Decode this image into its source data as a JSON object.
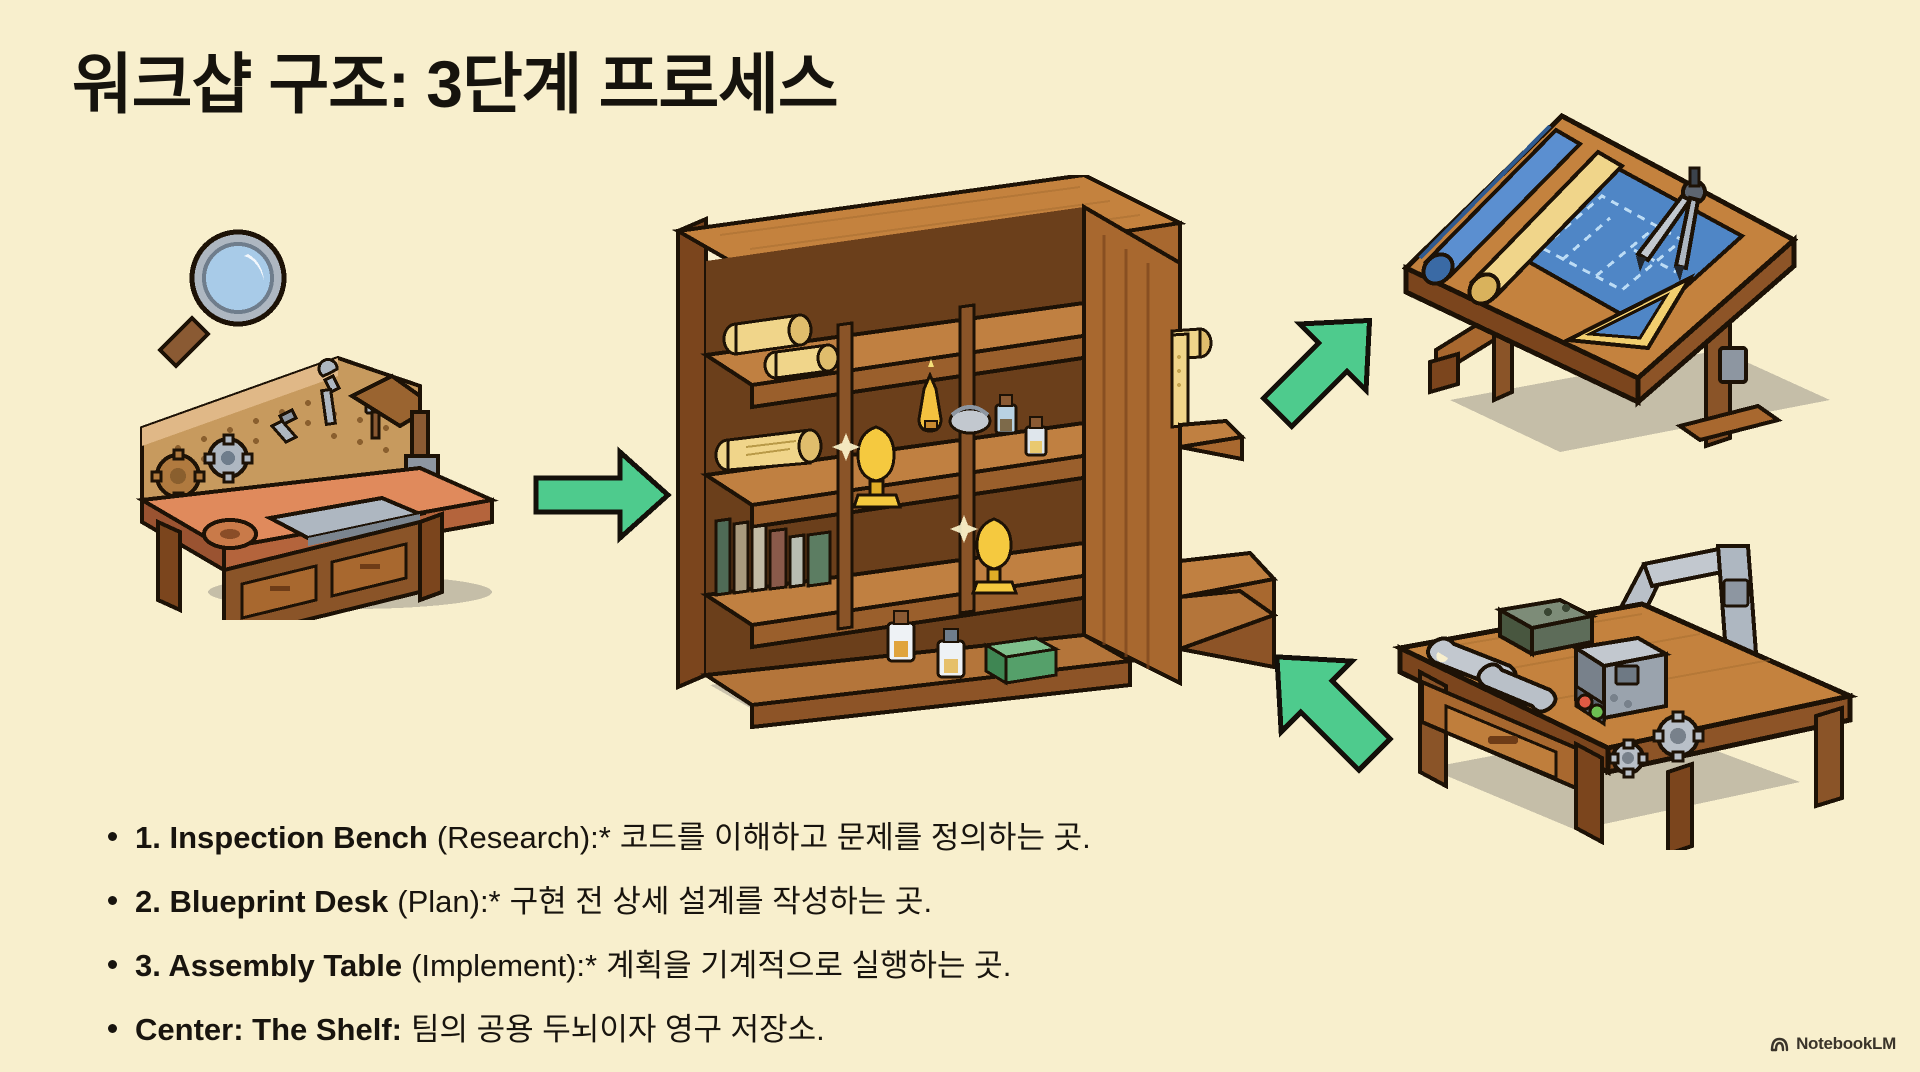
{
  "page": {
    "background_color": "#f8efcd",
    "text_color": "#18140e"
  },
  "header": {
    "title": "워크샵 구조: 3단계 프로세스"
  },
  "bullets": [
    {
      "strong": "1. Inspection Bench",
      "regular": "(Research):*",
      "body": "코드를 이해하고 문제를 정의하는 곳."
    },
    {
      "strong": "2. Blueprint Desk",
      "regular": "(Plan):*",
      "body": "구현 전 상세 설계를 작성하는 곳."
    },
    {
      "strong": "3. Assembly Table",
      "regular": "(Implement):*",
      "body": "계획을 기계적으로 실행하는 곳."
    },
    {
      "strong": "Center: The Shelf:",
      "regular": "",
      "body": "팀의 공용 두뇌이자 영구 저장소."
    }
  ],
  "scene": {
    "stations": [
      {
        "id": "inspection-bench",
        "name": "Inspection Bench",
        "role": "Research",
        "props": [
          "magnifying-glass",
          "pegboard",
          "gears",
          "wrench",
          "pliers",
          "hammer",
          "metal-plate",
          "desk-lamp",
          "drawers"
        ]
      },
      {
        "id": "shelf",
        "name": "The Shelf",
        "role": "Shared memory / archive",
        "props": [
          "scrolls",
          "books",
          "trophies",
          "potion-bottles",
          "hanging-scroll",
          "step-ledges"
        ]
      },
      {
        "id": "blueprint-desk",
        "name": "Blueprint Desk",
        "role": "Plan",
        "props": [
          "drafting-table",
          "blueprint",
          "rolled-blueprint",
          "rolled-paper",
          "compass",
          "triangle-ruler"
        ]
      },
      {
        "id": "assembly-table",
        "name": "Assembly Table",
        "role": "Implement",
        "props": [
          "robot-arm",
          "control-machine",
          "wrenches",
          "toolbox",
          "gears",
          "drawer"
        ]
      }
    ],
    "arrows": [
      {
        "id": "arrow-bench-to-shelf",
        "direction": "right",
        "color": "#4ecb8d"
      },
      {
        "id": "arrow-shelf-to-blueprint",
        "direction": "up-right",
        "color": "#4ecb8d"
      },
      {
        "id": "arrow-assembly-to-shelf",
        "direction": "up-left",
        "color": "#4ecb8d"
      }
    ],
    "palette": {
      "arrow_green": "#4ecb8d",
      "wood_light": "#c98a4b",
      "wood_mid": "#a8682f",
      "wood_dark": "#7b451d",
      "wood_deep": "#5c3214",
      "bench_top": "#e08a5c",
      "metal_light": "#b9c0c8",
      "metal_mid": "#8d96a1",
      "metal_dark": "#5d6570",
      "blueprint_blue": "#4f86c6",
      "blueprint_blue_dark": "#3a6aa5",
      "scroll_tan": "#f0d58a",
      "trophy_gold": "#f5c93f",
      "outline": "#1d1206",
      "shadow": "#9b968b"
    }
  },
  "watermark": {
    "label": "NotebookLM",
    "icon": "notebooklm-logo-icon"
  }
}
